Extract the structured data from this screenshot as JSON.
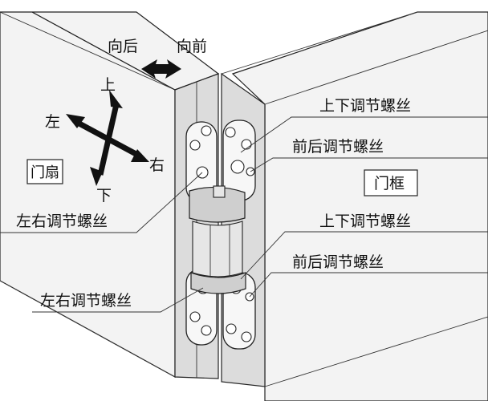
{
  "direction_labels": {
    "back": "向后",
    "front": "向前",
    "up": "上",
    "down": "下",
    "left": "左",
    "right": "右"
  },
  "parts": {
    "door_leaf": "门扇",
    "door_frame": "门框"
  },
  "callouts": {
    "top_vertical_screw": "上下调节螺丝",
    "top_depth_screw": "前后调节螺丝",
    "top_lateral_screw": "左右调节螺丝",
    "bottom_vertical_screw": "上下调节螺丝",
    "bottom_depth_screw": "前后调节螺丝",
    "bottom_lateral_screw": "左右调节螺丝"
  }
}
